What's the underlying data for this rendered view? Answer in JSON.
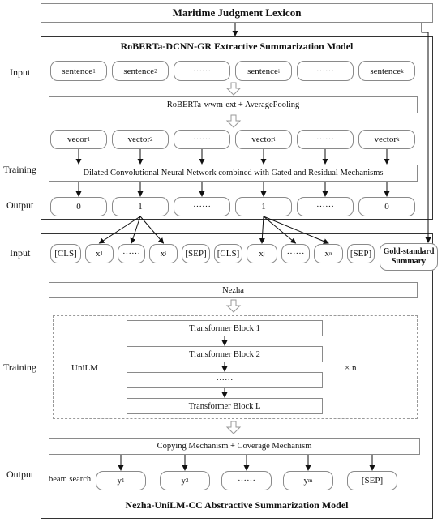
{
  "top": {
    "lexicon": "Maritime Judgment Lexicon"
  },
  "extractive": {
    "title": "RoBERTa-DCNN-GR Extractive Summarization Model",
    "input_label": "Input",
    "training_label": "Training",
    "output_label": "Output",
    "sentences": [
      {
        "base": "sentence",
        "sub": "1"
      },
      {
        "base": "sentence",
        "sub": "2"
      },
      {
        "base": "······",
        "sub": ""
      },
      {
        "base": "sentence",
        "sub": "i"
      },
      {
        "base": "······",
        "sub": ""
      },
      {
        "base": "sentence",
        "sub": "k"
      }
    ],
    "encoder": "RoBERTa-wwm-ext  +  AveragePooling",
    "vectors": [
      {
        "base": "vecor",
        "sub": "1"
      },
      {
        "base": "vector",
        "sub": "2"
      },
      {
        "base": "······",
        "sub": ""
      },
      {
        "base": "vector",
        "sub": "i"
      },
      {
        "base": "······",
        "sub": ""
      },
      {
        "base": "vector",
        "sub": "k"
      }
    ],
    "dcnn": "Dilated Convolutional Neural Network combined with Gated  and Residual Mechanisms",
    "outputs": [
      "0",
      "1",
      "······",
      "1",
      "······",
      "0"
    ]
  },
  "abstractive": {
    "title": "Nezha-UniLM-CC Abstractive Summarization Model",
    "input_label": "Input",
    "training_label": "Training",
    "output_label": "Output",
    "tokens": [
      {
        "base": "[CLS]",
        "sub": ""
      },
      {
        "base": "x",
        "sub": "1"
      },
      {
        "base": "······",
        "sub": ""
      },
      {
        "base": "x",
        "sub": "i"
      },
      {
        "base": "[SEP]",
        "sub": ""
      },
      {
        "base": "[CLS]",
        "sub": ""
      },
      {
        "base": "x",
        "sub": "j"
      },
      {
        "base": "······",
        "sub": ""
      },
      {
        "base": "x",
        "sub": "n"
      },
      {
        "base": "[SEP]",
        "sub": ""
      }
    ],
    "gold": "Gold-standard Summary",
    "nezha": "Nezha",
    "unilm": "UniLM",
    "blocks": [
      "Transformer Block 1",
      "Transformer Block 2",
      "······",
      "Transformer Block L"
    ],
    "times": "×  n",
    "copy": "Copying Mechanism  +  Coverage Mechanism",
    "beam": "beam search",
    "outputs": [
      {
        "base": "y",
        "sub": "1"
      },
      {
        "base": "y",
        "sub": "2"
      },
      {
        "base": "······",
        "sub": ""
      },
      {
        "base": "y",
        "sub": "m"
      },
      {
        "base": "[SEP]",
        "sub": ""
      }
    ]
  }
}
